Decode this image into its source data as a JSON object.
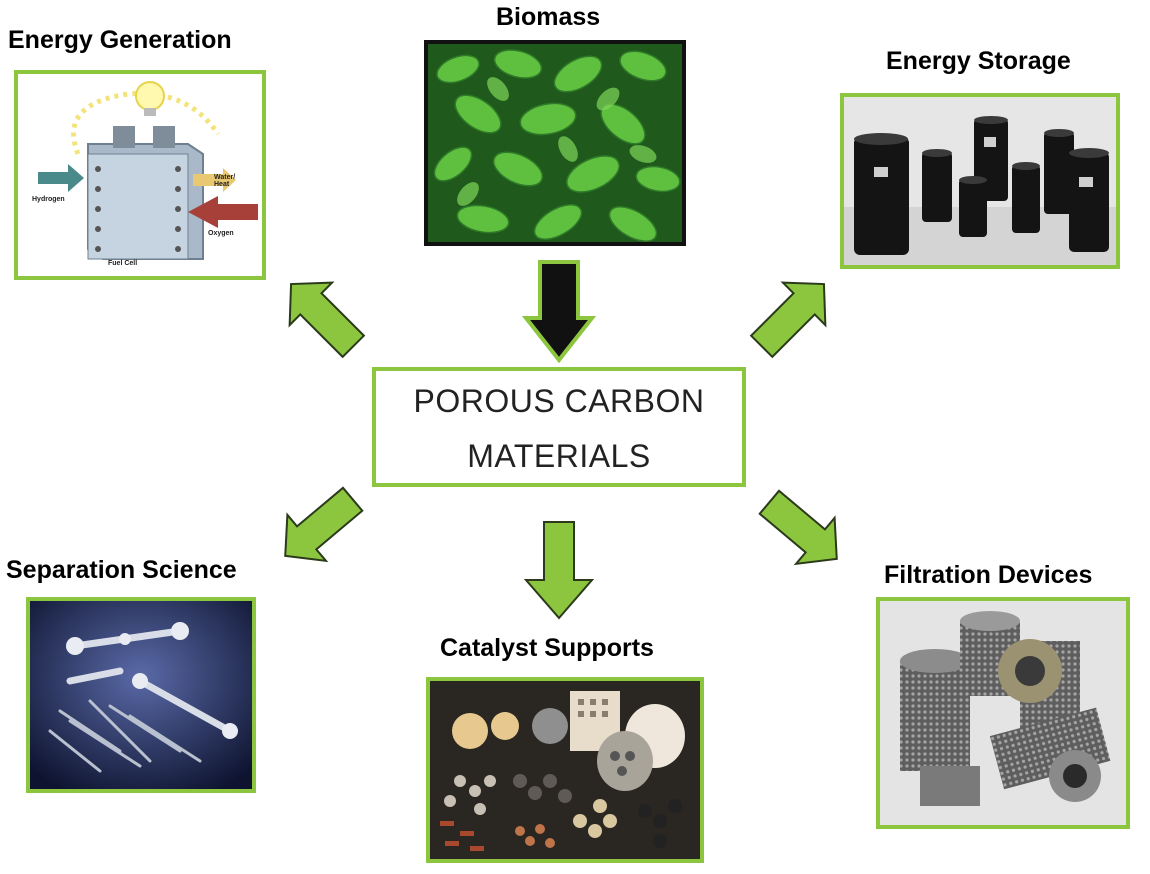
{
  "center": {
    "line1": "POROUS CARBON",
    "line2": "MATERIALS"
  },
  "source": {
    "label": "Biomass"
  },
  "applications": {
    "energy_generation": {
      "label": "Energy Generation",
      "sub_labels": [
        "Hydrogen",
        "Water/ Heat",
        "Oxygen",
        "Fuel Cell"
      ]
    },
    "energy_storage": {
      "label": "Energy Storage"
    },
    "separation_science": {
      "label": "Separation Science"
    },
    "catalyst_supports": {
      "label": "Catalyst Supports"
    },
    "filtration_devices": {
      "label": "Filtration Devices"
    }
  },
  "colors": {
    "accent_green": "#8cc63f",
    "arrow_outline": "#2a3a1a",
    "down_arrow_fill": "#111111"
  }
}
